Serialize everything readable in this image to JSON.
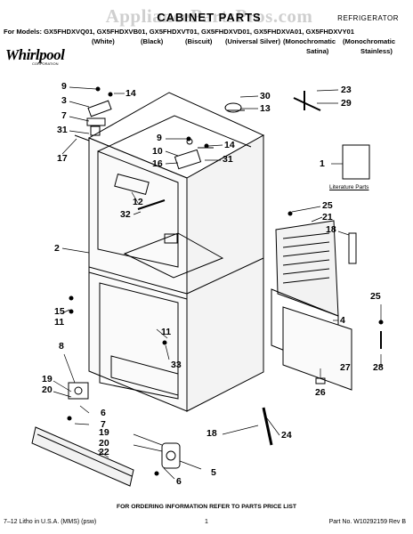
{
  "header": {
    "watermark": "AppliancePartsPros.com",
    "title": "CABINET PARTS",
    "category": "REFRIGERATOR",
    "models_line": "For Models: GX5FHDXVQ01, GX5FHDXVB01, GX5FHDXVT01, GX5FHDXVD01, GX5FHDXVA01, GX5FHDXVY01",
    "colors": [
      "(White)",
      "(Black)",
      "(Biscuit)",
      "(Universal Silver)",
      "(Monochromatic",
      "(Monochromatic"
    ],
    "colors_cont": [
      "Satina)",
      "Stainless)"
    ],
    "brand": "Whirlpool",
    "brand_sub": "CORPORATION"
  },
  "diagram": {
    "callouts": [
      "9",
      "14",
      "3",
      "7",
      "31",
      "17",
      "9",
      "10",
      "16",
      "14",
      "31",
      "12",
      "32",
      "2",
      "30",
      "13",
      "23",
      "29",
      "1",
      "25",
      "21",
      "18",
      "15",
      "11",
      "4",
      "8",
      "11",
      "33",
      "25",
      "19",
      "20",
      "6",
      "27",
      "28",
      "26",
      "7",
      "19",
      "20",
      "22",
      "18",
      "5",
      "6",
      "24"
    ],
    "literature_label": "Literature Parts"
  },
  "footer": {
    "note": "FOR ORDERING INFORMATION REFER TO PARTS PRICE LIST",
    "left": "7–12 Litho in U.S.A. (MMS) (psw)",
    "page": "1",
    "right": "Part No. W10292159 Rev B"
  }
}
